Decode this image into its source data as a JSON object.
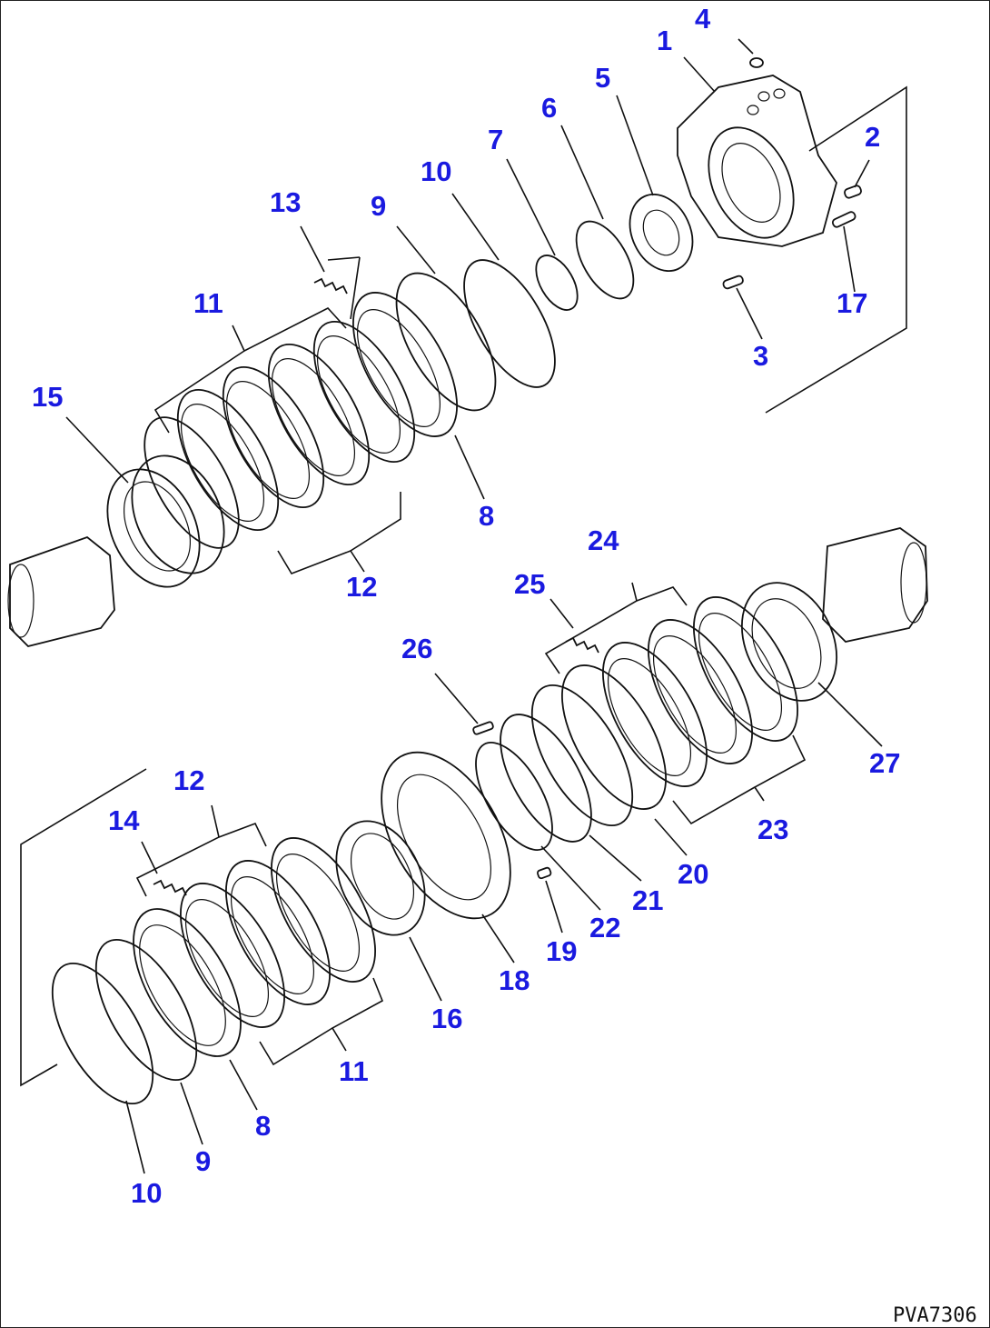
{
  "diagram": {
    "drawing_code": "PVA7306",
    "callout_color": "#1a1ae0",
    "callouts": [
      "4",
      "1",
      "5",
      "6",
      "2",
      "7",
      "10",
      "9",
      "13",
      "17",
      "11",
      "3",
      "15",
      "8",
      "12",
      "24",
      "25",
      "26",
      "27",
      "23",
      "12",
      "14",
      "20",
      "21",
      "22",
      "19",
      "18",
      "16",
      "11",
      "8",
      "9",
      "10"
    ]
  }
}
